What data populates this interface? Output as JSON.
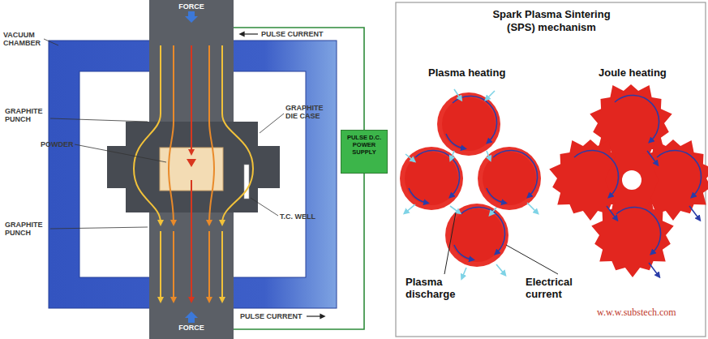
{
  "diagram": {
    "title": "Spark Plasma Sintering (SPS) mechanism",
    "nodes": [
      {
        "text": [
          "FORCE"
        ]
      },
      {
        "text": [
          "PULSE D.C. POWER SUPPLY"
        ]
      },
      {
        "text": [
          "FORCE"
        ]
      }
    ],
    "edges": [
      {
        "from": 0,
        "to": 1,
        "arrow": "none"
      },
      {
        "from": 1,
        "to": 2,
        "arrow": "none"
      }
    ],
    "labels": [
      "VACUUM CHAMBER",
      "PULSE CURRENT",
      "GRAPHITE PUNCH",
      "POWDER",
      "GRAPHITE DIE CASE",
      "T.C. WELL",
      "GRAPHITE PUNCH",
      "PULSE CURRENT",
      "Plasma heating",
      "Joule heating",
      "Plasma discharge",
      "Electrical current",
      "w.w.w.substech.com"
    ]
  }
}
